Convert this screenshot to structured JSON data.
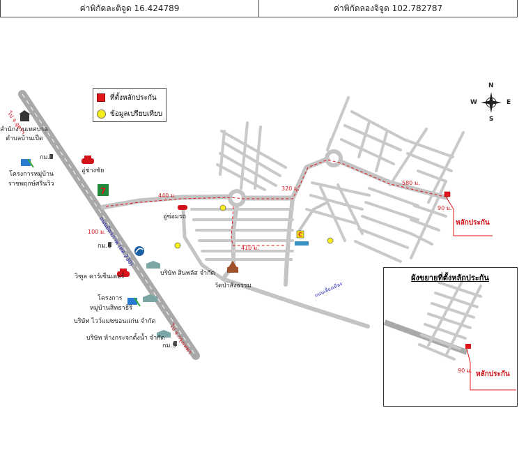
{
  "coordinates": {
    "latitude_label": "ค่าพิกัดละติจูด 16.424789",
    "longitude_label": "ค่าพิกัดลองจิจูด 102.782787"
  },
  "legend": {
    "subject_marker_label": "ที่ตั้งหลักประกัน",
    "comparable_marker_label": "ข้อมูลเปรียบเทียบ"
  },
  "compass": {
    "north": "N",
    "south": "S",
    "east": "E",
    "west": "W"
  },
  "landmarks": {
    "municipal_office_line1": "สำนักงานเทศบาล",
    "municipal_office_line2": "ตำบลบ้านเป็ด",
    "km7": "กม.7",
    "km6": "กม.6",
    "km5": "กม.5",
    "village_project_a_line1": "โครงการหมู่บ้าน",
    "village_project_a_line2": "ราชพฤกษ์ศรีนวิว",
    "car_repair": "อู่ช่างชัย",
    "garage_somlook": "อู่ซ่อมรถ",
    "company_sinpalat": "บริษัท สินพลัส จำกัด",
    "car_center": "วิฑูล คาร์เซ็นเตอร์",
    "village_project_b_line1": "โครงการ",
    "village_project_b_line2": "หมู่บ้านสิทธาธิริ",
    "company_wiwat": "บริษัท ไวว์แมซขอนแก่น จำกัด",
    "company_hangkrajok": "บริษัท ห้างกระจกตั้งน้ำ จำกัด",
    "temple": "วัดป่าสังธรรม",
    "subject_label": "หลักประกัน",
    "highway_label": "ถนนมิตรภาพ (ทล.230)",
    "road_main_label": "ถนนเลี่ยงเมือง",
    "dir_udon": "ไป จ.อุดรฯ",
    "dir_bkk": "ไป จ.กรุงเทพฯ",
    "dist_440": "440 ม.",
    "dist_100": "100 ม.",
    "dist_410": "410 ม.",
    "dist_320": "320 ม.",
    "dist_580": "580 ม.",
    "dist_90": "90 ม."
  },
  "inset": {
    "title": "ผังขยายที่ตั้งหลักประกัน",
    "subject_label": "หลักประกัน",
    "dist_90": "90 ม."
  },
  "colors": {
    "road": "#c4c4c4",
    "highway": "#a9a9a9",
    "road_label": "#2b2bb5",
    "subject": "#e0161b",
    "comparable": "#f7ec1c",
    "route_dash": "#e0161b"
  }
}
